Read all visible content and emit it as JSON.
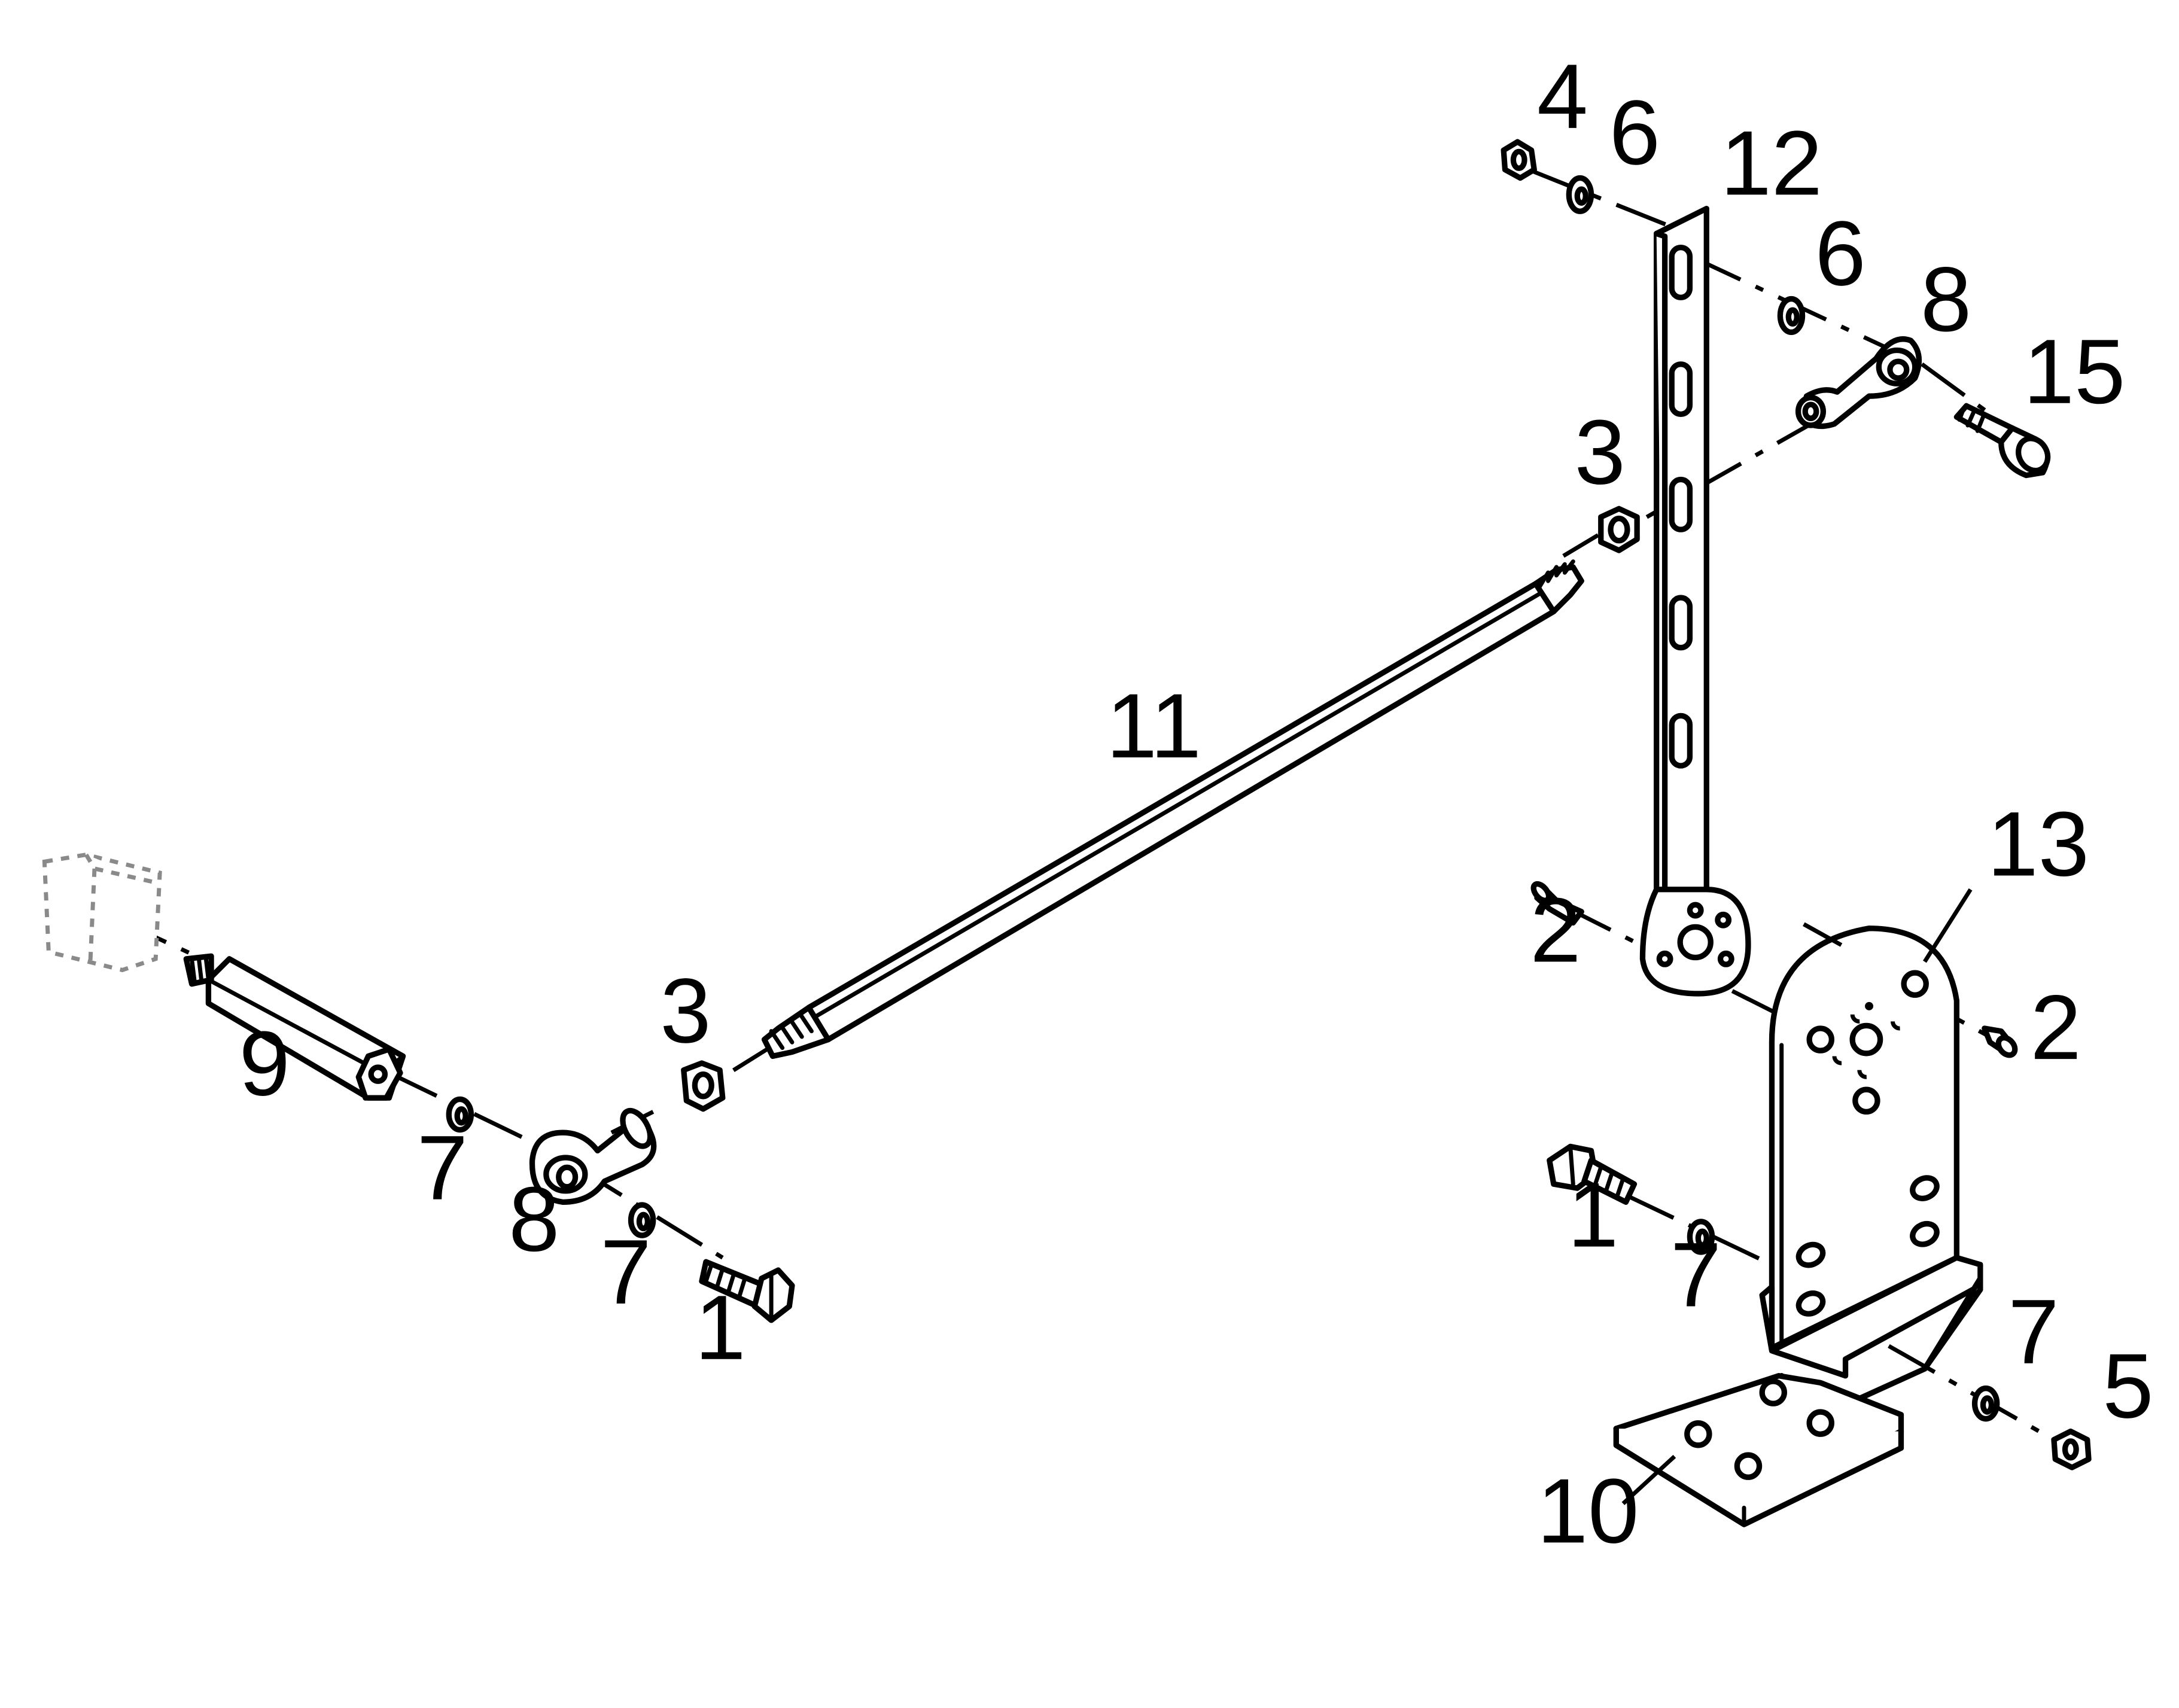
{
  "callouts": {
    "c1a": "1",
    "c1b": "1",
    "c2a": "2",
    "c2b": "2",
    "c3a": "3",
    "c3b": "3",
    "c4": "4",
    "c5": "5",
    "c6a": "6",
    "c6b": "6",
    "c7a": "7",
    "c7b": "7",
    "c7c": "7",
    "c7d": "7",
    "c8a": "8",
    "c8b": "8",
    "c9": "9",
    "c10": "10",
    "c11": "11",
    "c12": "12",
    "c13": "13",
    "c15": "15"
  },
  "colors": {
    "line": "#000000",
    "background": "#ffffff",
    "ghost_part": "#8a8a8a"
  }
}
